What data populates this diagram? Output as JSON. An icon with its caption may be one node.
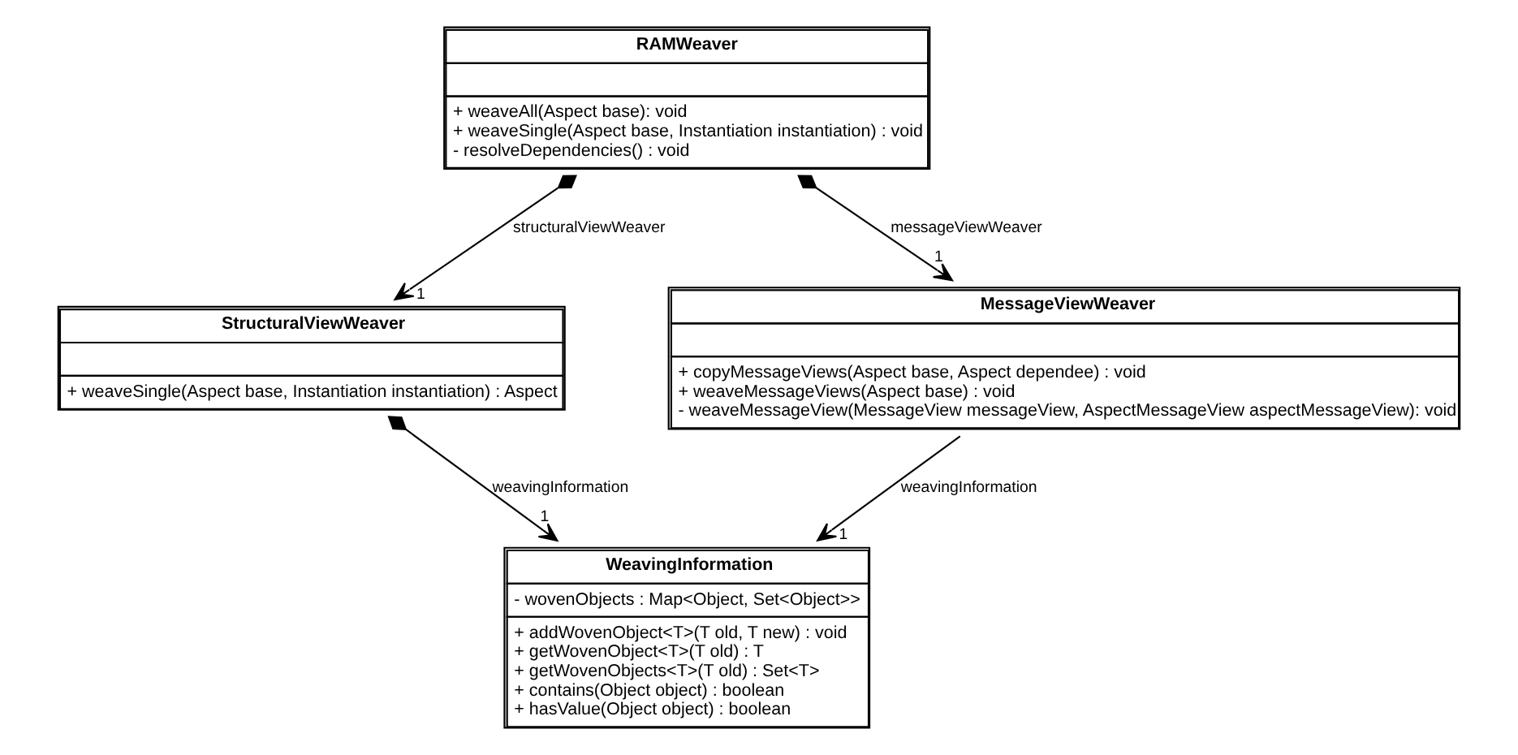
{
  "diagram": {
    "nodes": [
      {
        "text": [
          "RAMWeaver",
          "+ weaveAll(Aspect base): void",
          "+ weaveSingle(Aspect base, Instantiation instantiation) : void",
          "- resolveDependencies() : void"
        ]
      },
      {
        "text": [
          "StructuralViewWeaver",
          "+ weaveSingle(Aspect base, Instantiation instantiation) : Aspect"
        ]
      },
      {
        "text": [
          "MessageViewWeaver",
          "+ copyMessageViews(Aspect base, Aspect dependee) : void",
          "+ weaveMessageViews(Aspect base) : void",
          "- weaveMessageView(MessageView messageView, AspectMessageView aspectMessageView): void"
        ]
      },
      {
        "text": [
          "WeavingInformation",
          "- wovenObjects : Map<Object, Set<Object>>",
          "+ addWovenObject<T>(T old, T new) : void",
          "+ getWovenObject<T>(T old) : T",
          "+ getWovenObjects<T>(T old) : Set<T>",
          "+ contains(Object object) : boolean",
          "+ hasValue(Object object) : boolean"
        ]
      }
    ],
    "edges": [
      {
        "from": 0,
        "to": 1,
        "arrow": "to",
        "label": "structuralViewWeaver"
      },
      {
        "from": 0,
        "to": 2,
        "arrow": "to",
        "label": "messageViewWeaver"
      },
      {
        "from": 1,
        "to": 3,
        "arrow": "to",
        "label": "weavingInformation"
      },
      {
        "from": 2,
        "to": 3,
        "arrow": "to",
        "label": "weavingInformation"
      }
    ],
    "labels": [
      "1",
      "1",
      "1",
      "1"
    ]
  }
}
